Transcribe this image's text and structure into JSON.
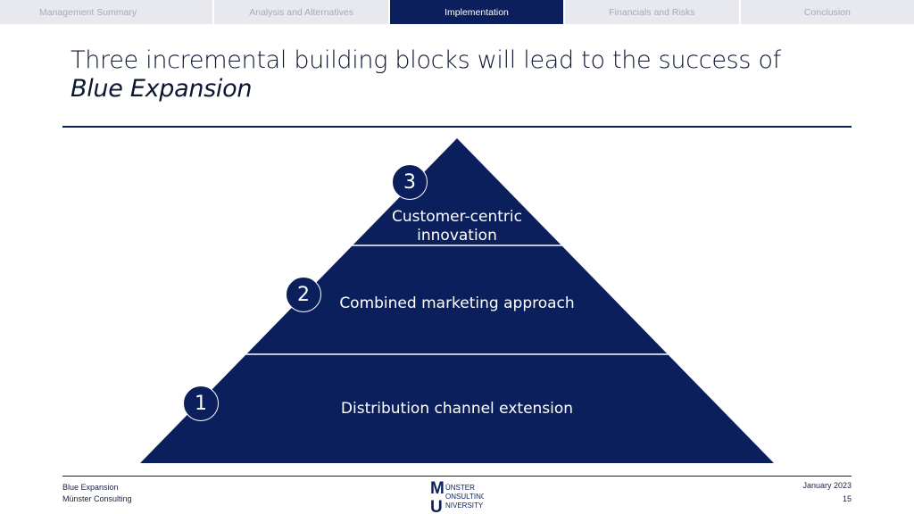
{
  "nav": {
    "tabs": [
      {
        "label": "Management Summary",
        "active": false
      },
      {
        "label": "Analysis and Alternatives",
        "active": false
      },
      {
        "label": "Implementation",
        "active": true
      },
      {
        "label": "Financials and Risks",
        "active": false
      },
      {
        "label": "Conclusion",
        "active": false
      }
    ]
  },
  "slide": {
    "title_line1": "Three incremental building blocks will lead to the success of",
    "title_line2": "Blue Expansion"
  },
  "pyramid": {
    "color": "#0b1f5c",
    "levels": [
      {
        "number": "3",
        "line1": "Customer-centric",
        "line2": "innovation"
      },
      {
        "number": "2",
        "label": "Combined marketing approach"
      },
      {
        "number": "1",
        "label": "Distribution channel extension"
      }
    ]
  },
  "footer": {
    "project": "Blue Expansion",
    "company": "Münster Consulting",
    "date": "January 2023",
    "page": "15",
    "logo": {
      "big_letter_1": "M",
      "big_letter_2": "U",
      "word1": "ÜNSTER",
      "word2": "ONSULTING",
      "word3": "NIVERSITY"
    }
  },
  "colors": {
    "accent": "#0b1f5c",
    "tab_inactive_bg": "#e7e9ef",
    "tab_inactive_text": "#a7abb7"
  }
}
